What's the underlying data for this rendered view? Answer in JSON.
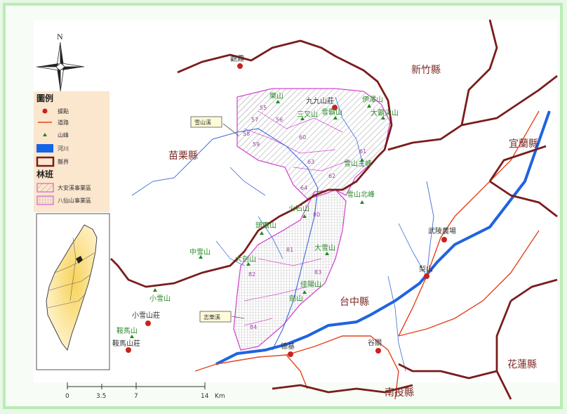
{
  "north_label": "N",
  "legend": {
    "title": "圖例",
    "items": [
      "據點",
      "道路",
      "山峰",
      "河川",
      "縣界"
    ],
    "subtitle": "林班",
    "zones": [
      "大安溪事業區",
      "八仙山事業區"
    ]
  },
  "counties": [
    "新竹縣",
    "苗栗縣",
    "宜蘭縣",
    "台中縣",
    "花蓮縣",
    "南投縣"
  ],
  "callouts": [
    "雪山溪",
    "志樂溪"
  ],
  "towns": [
    "觀霧",
    "九九山莊",
    "武陵農場",
    "梨山",
    "谷關",
    "德基",
    "小雪山莊",
    "鞍馬山莊"
  ],
  "peaks": [
    "樂山",
    "三叉山",
    "雪霸山",
    "伊澤山",
    "大霸尖山",
    "雪山主峰",
    "雪山北峰",
    "火石山",
    "頭鷹山",
    "大劍山",
    "中雪山",
    "小雪山",
    "鞍馬山",
    "大雪山",
    "佳陽山",
    "劍山"
  ],
  "compartments": [
    "55",
    "56",
    "57",
    "58",
    "59",
    "60",
    "61",
    "62",
    "63",
    "64",
    "80",
    "81",
    "82",
    "83",
    "84"
  ],
  "scale": {
    "ticks": [
      "0",
      "3.5",
      "7",
      "14"
    ],
    "unit": "Km"
  },
  "colors": {
    "county": "#7a1c1c",
    "road": "#e2441c",
    "river_major": "#1f63e0",
    "river_minor": "#3b6bd8",
    "zone_outline": "#d24ad1"
  }
}
